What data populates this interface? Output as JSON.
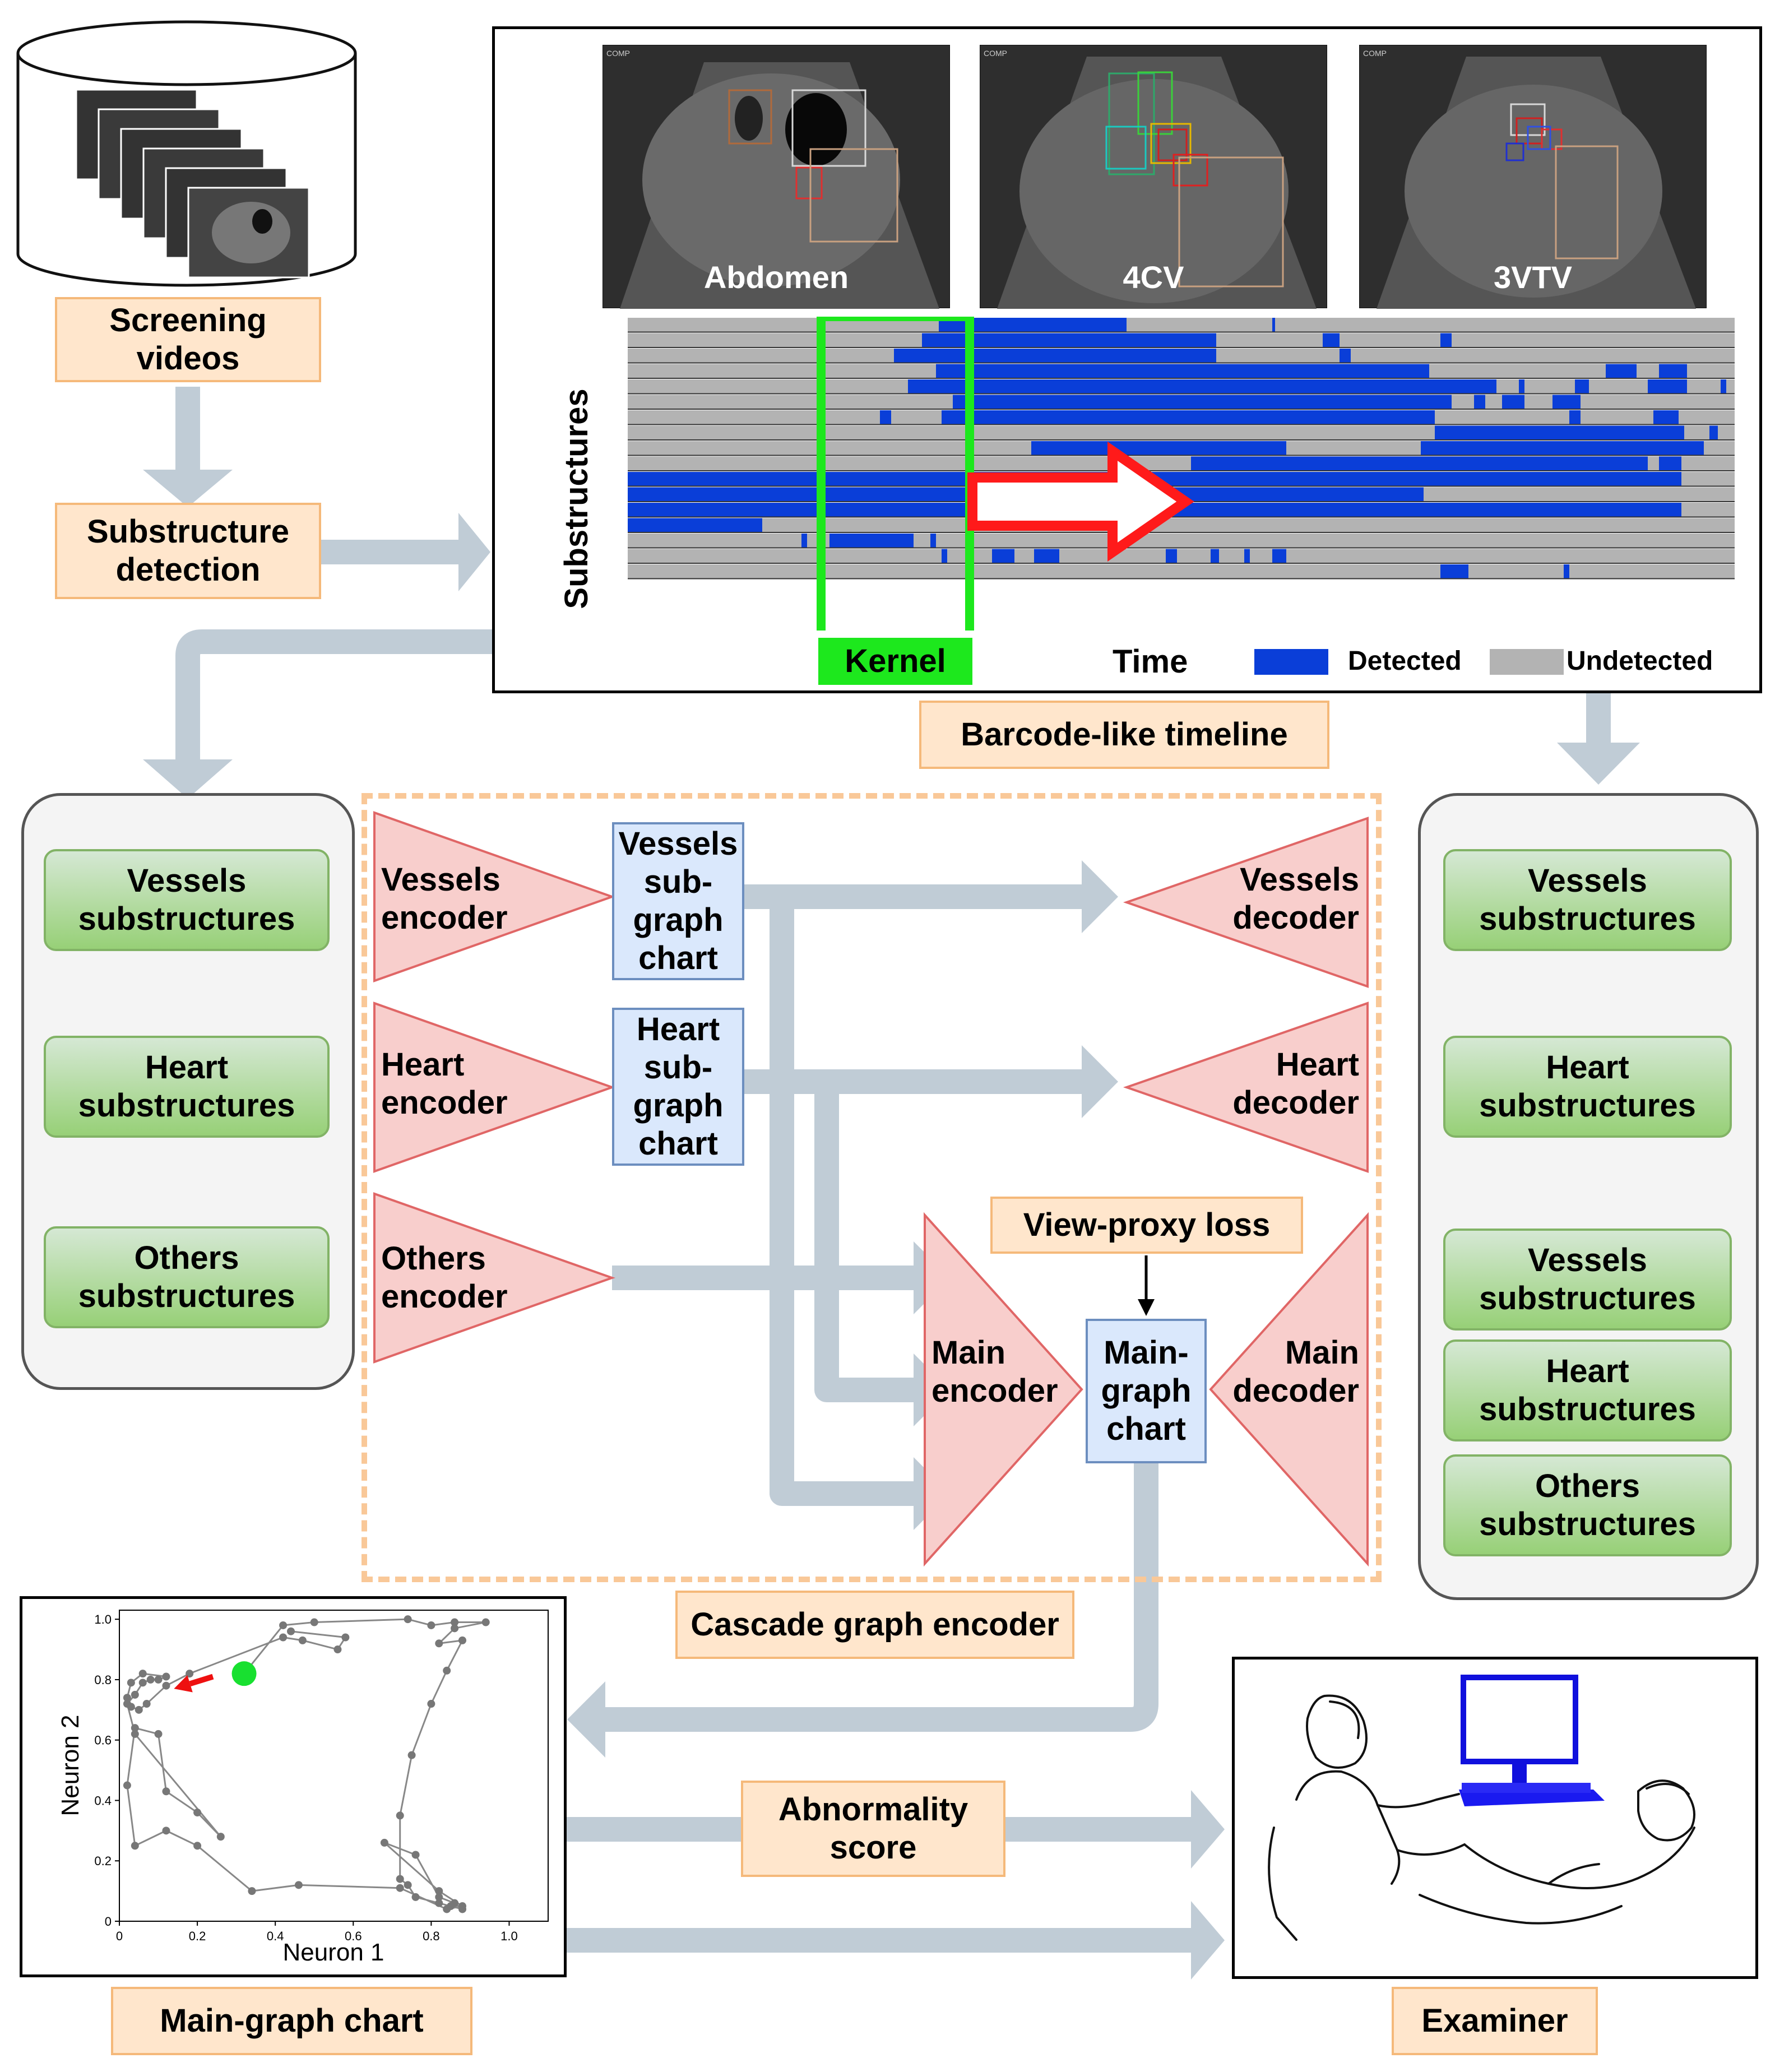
{
  "pipeline": {
    "screening_videos": "Screening videos",
    "substructure_detection": "Substructure detection",
    "barcode_timeline": "Barcode-like timeline",
    "cascade_encoder": "Cascade graph encoder",
    "main_graph_chart_label": "Main-graph chart",
    "examiner": "Examiner",
    "abnormality_score": "Abnormality score",
    "view_proxy_loss": "View-proxy loss"
  },
  "timeline": {
    "views": [
      "Abdomen",
      "4CV",
      "3VTV"
    ],
    "ylabel": "Substructures",
    "xlabel": "Time",
    "kernel": "Kernel",
    "legend_detected": "Detected",
    "legend_undetected": "Undetected",
    "detected_color": "#0a3ed8",
    "undetected_color": "#b3b3b3",
    "comp_tag": "COMP"
  },
  "left_panel": [
    "Vessels substructures",
    "Heart substructures",
    "Others substructures"
  ],
  "right_panel": [
    "Vessels substructures",
    "Heart substructures",
    "Vessels substructures",
    "Heart substructures",
    "Others substructures"
  ],
  "encoders": {
    "vessels": "Vessels encoder",
    "heart": "Heart encoder",
    "others": "Others encoder",
    "main": "Main encoder"
  },
  "decoders": {
    "vessels": "Vessels decoder",
    "heart": "Heart decoder",
    "main": "Main decoder"
  },
  "subgraphs": {
    "vessels": "Vessels sub-graph chart",
    "heart": "Heart sub-graph chart",
    "main": "Main-graph chart"
  },
  "chart_data": {
    "type": "scatter",
    "xlabel": "Neuron 1",
    "ylabel": "Neuron 2",
    "xlim": [
      0,
      1.1
    ],
    "ylim": [
      0,
      1.03
    ],
    "xticks": [
      "0",
      "0.2",
      "0.4",
      "0.6",
      "0.8",
      "1.0"
    ],
    "yticks": [
      "0",
      "0.2",
      "0.4",
      "0.6",
      "0.8",
      "1.0"
    ],
    "grid": false,
    "trajectory": [
      [
        0.32,
        0.82
      ],
      [
        0.42,
        0.98
      ],
      [
        0.5,
        0.99
      ],
      [
        0.74,
        1.0
      ],
      [
        0.8,
        0.98
      ],
      [
        0.86,
        0.99
      ],
      [
        0.94,
        0.99
      ],
      [
        0.86,
        0.97
      ],
      [
        0.82,
        0.92
      ],
      [
        0.88,
        0.93
      ],
      [
        0.84,
        0.83
      ],
      [
        0.8,
        0.72
      ],
      [
        0.75,
        0.55
      ],
      [
        0.72,
        0.35
      ],
      [
        0.72,
        0.14
      ],
      [
        0.74,
        0.12
      ],
      [
        0.76,
        0.08
      ],
      [
        0.82,
        0.06
      ],
      [
        0.85,
        0.05
      ],
      [
        0.88,
        0.04
      ],
      [
        0.86,
        0.06
      ],
      [
        0.82,
        0.08
      ],
      [
        0.76,
        0.22
      ],
      [
        0.68,
        0.26
      ],
      [
        0.82,
        0.1
      ],
      [
        0.88,
        0.05
      ],
      [
        0.84,
        0.04
      ],
      [
        0.72,
        0.11
      ],
      [
        0.46,
        0.12
      ],
      [
        0.34,
        0.1
      ],
      [
        0.2,
        0.25
      ],
      [
        0.12,
        0.3
      ],
      [
        0.04,
        0.25
      ],
      [
        0.02,
        0.45
      ],
      [
        0.04,
        0.64
      ],
      [
        0.1,
        0.62
      ],
      [
        0.12,
        0.43
      ],
      [
        0.2,
        0.36
      ],
      [
        0.26,
        0.28
      ],
      [
        0.04,
        0.62
      ],
      [
        0.02,
        0.72
      ],
      [
        0.04,
        0.75
      ],
      [
        0.06,
        0.79
      ],
      [
        0.08,
        0.8
      ],
      [
        0.1,
        0.8
      ],
      [
        0.12,
        0.81
      ],
      [
        0.06,
        0.82
      ],
      [
        0.03,
        0.79
      ],
      [
        0.02,
        0.74
      ],
      [
        0.03,
        0.71
      ],
      [
        0.05,
        0.7
      ],
      [
        0.07,
        0.72
      ],
      [
        0.12,
        0.78
      ],
      [
        0.18,
        0.82
      ],
      [
        0.42,
        0.94
      ],
      [
        0.47,
        0.93
      ],
      [
        0.56,
        0.9
      ],
      [
        0.58,
        0.94
      ],
      [
        0.44,
        0.96
      ]
    ],
    "start": [
      0.32,
      0.82
    ],
    "arrow_from": [
      0.24,
      0.81
    ],
    "arrow_to": [
      0.14,
      0.77
    ],
    "point_color": "#777777",
    "start_color": "#18e030",
    "arrow_color": "#ee1010"
  }
}
